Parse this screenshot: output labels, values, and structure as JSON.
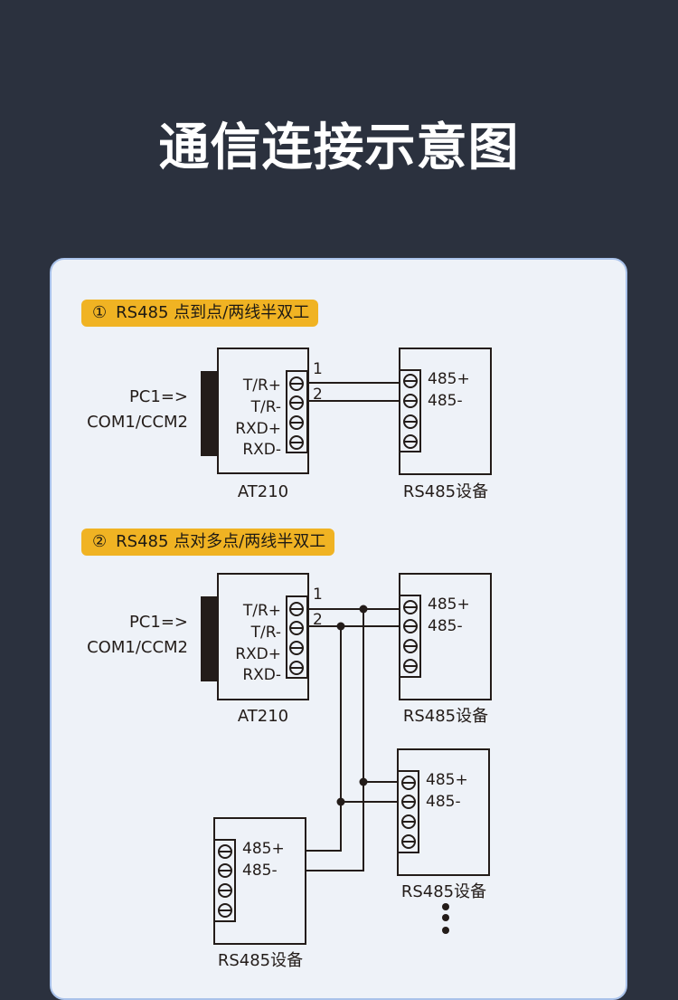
{
  "header": {
    "title": "通信连接示意图"
  },
  "colors": {
    "background": "#2b313e",
    "card": "#eef2f8",
    "card_border": "#a9c2ea",
    "badge": "#f0b323",
    "line": "#231c19"
  },
  "sections": [
    {
      "number": "①",
      "title": "RS485 点到点/两线半双工",
      "converter": {
        "name": "AT210",
        "pc_label_line1": "PC1=>",
        "pc_label_line2": "COM1/CCM2",
        "terminals": [
          "T/R+",
          "T/R-",
          "RXD+",
          "RXD-"
        ],
        "wire_labels": [
          "1",
          "2"
        ]
      },
      "devices": [
        {
          "name": "RS485设备",
          "terminals": [
            "485+",
            "485-"
          ]
        }
      ]
    },
    {
      "number": "②",
      "title": "RS485 点对多点/两线半双工",
      "converter": {
        "name": "AT210",
        "pc_label_line1": "PC1=>",
        "pc_label_line2": "COM1/CCM2",
        "terminals": [
          "T/R+",
          "T/R-",
          "RXD+",
          "RXD-"
        ],
        "wire_labels": [
          "1",
          "2"
        ]
      },
      "devices": [
        {
          "name": "RS485设备",
          "terminals": [
            "485+",
            "485-"
          ]
        },
        {
          "name": "RS485设备",
          "terminals": [
            "485+",
            "485-"
          ]
        },
        {
          "name": "RS485设备",
          "terminals": [
            "485+",
            "485-"
          ]
        }
      ],
      "more_indicator": "⋮"
    }
  ]
}
